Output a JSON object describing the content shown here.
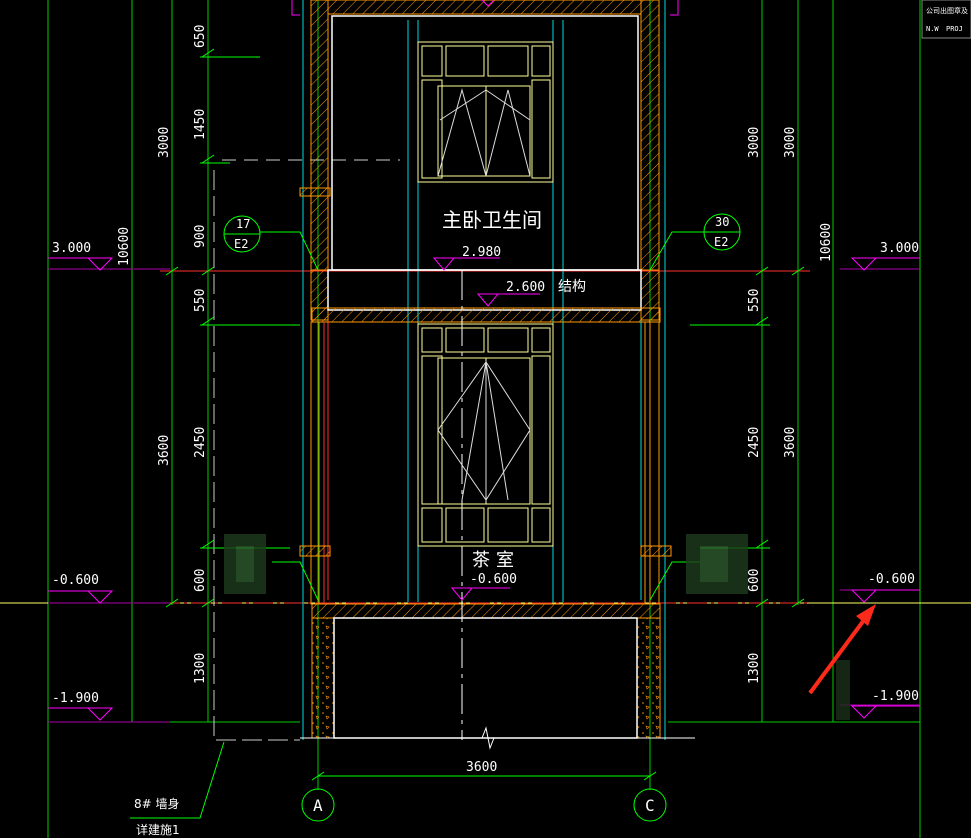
{
  "title_block": {
    "line1": "公司出图章及",
    "line2a": "N.W",
    "line2b": "PROJ"
  },
  "rooms": {
    "upper": "主卧卫生间",
    "lower": "茶室"
  },
  "levels": {
    "floor_upper": "2.980",
    "structure_value": "2.600",
    "structure_label": "结构",
    "floor_lower": "-0.600",
    "left_top": "3.000",
    "left_mid": "-0.600",
    "left_low": "-1.900",
    "right_top": "3.000",
    "right_mid": "-0.600",
    "right_low": "-1.900"
  },
  "dimensions_left": {
    "d650": "650",
    "d1450": "1450",
    "d900": "900",
    "d550": "550",
    "d2450": "2450",
    "d600": "600",
    "d1300": "1300",
    "d3000": "3000",
    "d3600": "3600",
    "d10600": "10600"
  },
  "dimensions_right": {
    "d3000a": "3000",
    "d3000b": "3000",
    "d550": "550",
    "d2450": "2450",
    "d3600": "3600",
    "d600": "600",
    "d1300": "1300",
    "d10600": "10600"
  },
  "bottom_dimension": "3600",
  "detail_left": {
    "num": "17",
    "sheet": "E2"
  },
  "detail_right": {
    "num": "30",
    "sheet": "E2"
  },
  "axes": {
    "left": "A",
    "right": "C"
  },
  "notes": {
    "wall": "8# 墙身",
    "detail": "详建施1"
  },
  "colors": {
    "dim_green": "#00ff00",
    "level_magenta": "#ff00ff",
    "wall_orange": "#ff9900",
    "cyan": "#00ffff",
    "window_yellow": "#ffff99",
    "red": "#ff0000",
    "arrow_red": "#ff2a1a"
  }
}
